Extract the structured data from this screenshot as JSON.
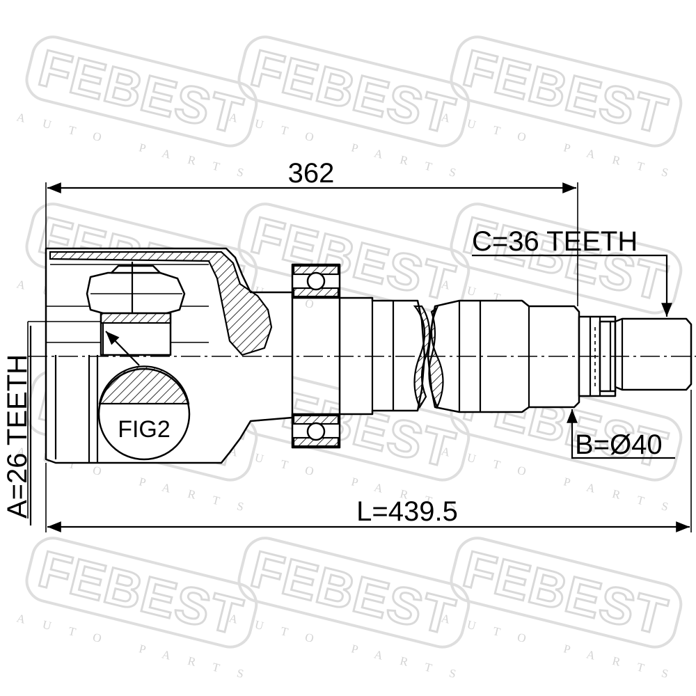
{
  "watermark": {
    "brand": "FEBEST",
    "tagline": "AUTO PARTS"
  },
  "dimensions": {
    "overall_top": "362",
    "spline_outer": "C=36 TEETH",
    "spline_inner": "A=26 TEETH",
    "shaft_diameter": "B=Ø40",
    "total_length": "L=439.5"
  },
  "figure_label": "FIG2"
}
